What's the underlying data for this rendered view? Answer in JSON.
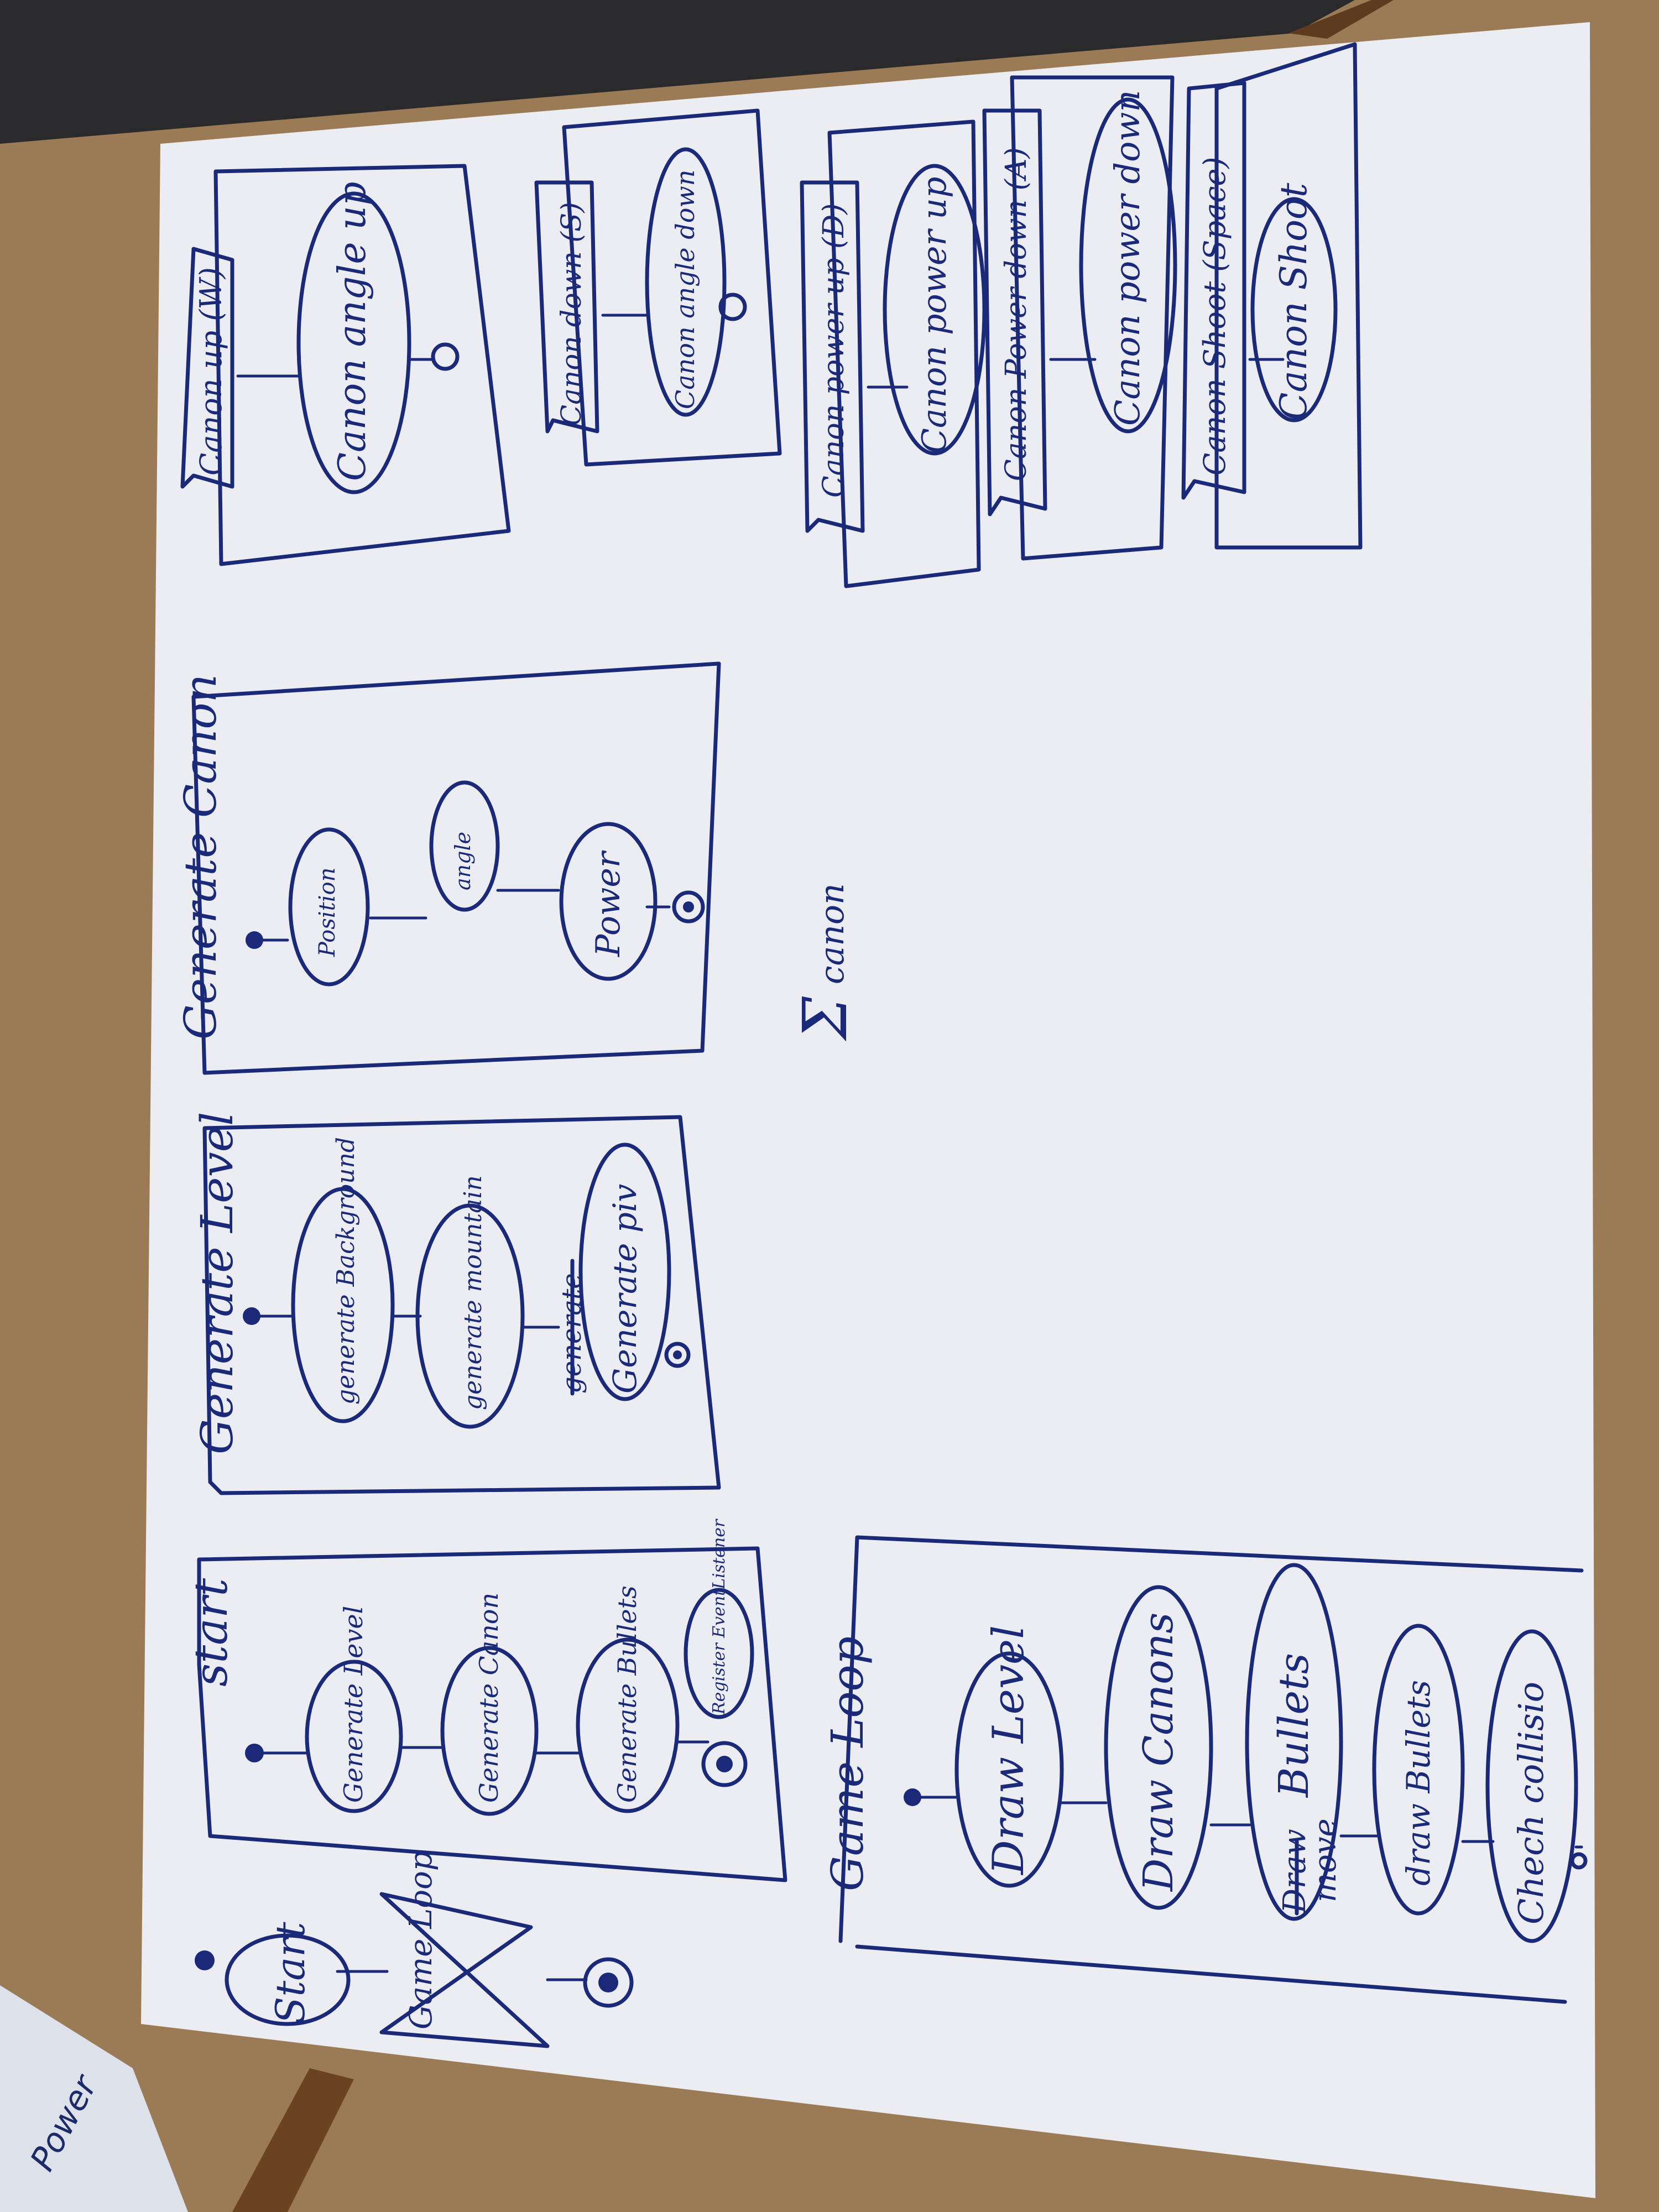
{
  "colors": {
    "ink": "#1b2a78",
    "paper": "#ecedf3",
    "desk": "#9a7a55"
  },
  "overview": {
    "start": "Start",
    "game_loop": "Game Loop"
  },
  "start_frame": {
    "title": "start",
    "nodes": [
      "Generate Level",
      "Generate Canon",
      "Generate Bullets"
    ],
    "side_node": "Register EventListener"
  },
  "generate_level_frame": {
    "title": "Generate Level",
    "nodes": [
      "generate Background",
      "generate mountain",
      "generate"
    ],
    "last_node": "Generate piv"
  },
  "generate_canon_frame": {
    "title": "Generate Canon",
    "nodes": [
      "Position",
      "angle",
      "Power"
    ]
  },
  "sum_label": "canon",
  "game_loop_frame": {
    "title": "Game Loop",
    "nodes": [
      "Draw Level",
      "Draw Canons",
      "Bullets",
      "move",
      "draw Bullets",
      "Chech collisio"
    ],
    "struck_word": "Draw"
  },
  "event_frames": [
    {
      "signal": "Canon up (W)",
      "action": "Canon angle up"
    },
    {
      "signal": "Canon down (S)",
      "action": "Canon angle down"
    },
    {
      "signal": "Canon power up (D)",
      "action": "Canon power up"
    },
    {
      "signal": "Canon Power down (A)",
      "action": "Canon power down"
    },
    {
      "signal": "Canon Shoot (Space)",
      "action": "Canon Shoot"
    }
  ],
  "bottom_note": "Power"
}
